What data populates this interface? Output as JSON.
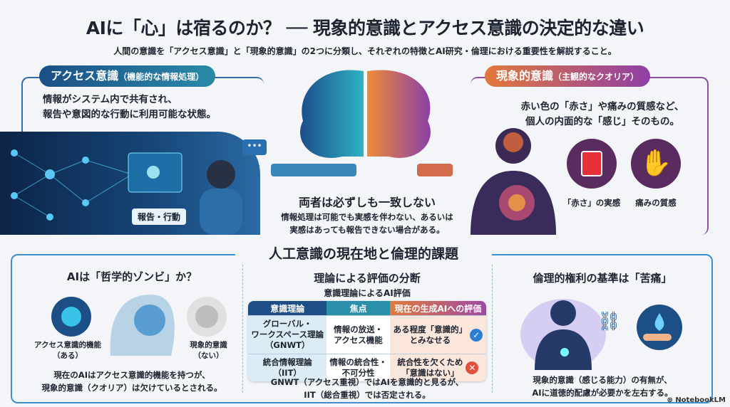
{
  "header": {
    "title": "AIに「心」は宿るのか？ ── 現象的意識とアクセス意識の決定的な違い",
    "subtitle": "人間の意識を「アクセス意識」と「現象的意識」の2つに分類し、それぞれの特徴とAI研究・倫理における重要性を解説すること。"
  },
  "access": {
    "title": "アクセス意識",
    "title_note": "（機能的な情報処理）",
    "desc": [
      "情報がシステム内で共有され、",
      "報告や意図的な行動に利用可能な状態。"
    ],
    "label": "報告・行動",
    "color": "#1f5a8f"
  },
  "center": {
    "title": "両者は必ずしも一致しない",
    "desc": [
      "情報処理は可能でも実感を伴わない、あるいは",
      "実感はあっても報告できない場合がある。"
    ]
  },
  "phenomenal": {
    "title": "現象的意識",
    "title_note": "（主観的なクオリア）",
    "desc": [
      "赤い色の「赤さ」や痛みの質感など、",
      "個人の内面的な「感じ」そのもの。"
    ],
    "items": [
      "「赤さ」の実感",
      "痛みの質感"
    ],
    "color": "#c0506e"
  },
  "bottom": {
    "title": "人工意識の現在地と倫理的課題",
    "zombie": {
      "title": "AIは「哲学的ゾンビ」か？",
      "left_label": [
        "アクセス意識的機能",
        "（ある）"
      ],
      "right_label": [
        "現象的意識",
        "（ない）"
      ],
      "desc": [
        "現在のAIはアクセス意識的機能を持つが、",
        "現象的意識（クオリア）は欠けているとされる。"
      ]
    },
    "theory": {
      "title": "理論による評価の分断",
      "table_title": "意識理論によるAI評価",
      "columns": [
        "意識理論",
        "焦点",
        "現在の生成AIへの評価"
      ],
      "rows": [
        {
          "theory": [
            "グローバル・",
            "ワークスペース理論",
            "（GNWT）"
          ],
          "focus": [
            "情報の放送・",
            "アクセス機能"
          ],
          "eval": [
            "ある程度「意識的」",
            "とみなせる"
          ],
          "mark": "check-icon"
        },
        {
          "theory": [
            "統合情報理論",
            "（IIT）"
          ],
          "focus": [
            "情報の統合性・",
            "不可分性"
          ],
          "eval": [
            "統合性を欠くため",
            "「意識はない」"
          ],
          "mark": "x-icon"
        }
      ],
      "desc": [
        "GNWT（アクセス重視）ではAIを意識的と見るが、",
        "IIT（総合重視）では否定される。"
      ]
    },
    "ethics": {
      "title": "倫理的権利の基準は「苦痛」",
      "desc": [
        "現象的意識（感じる能力）の有無が、",
        "AIに道徳的配慮が必要かを左右する。"
      ]
    }
  },
  "badge": "NotebookLM"
}
